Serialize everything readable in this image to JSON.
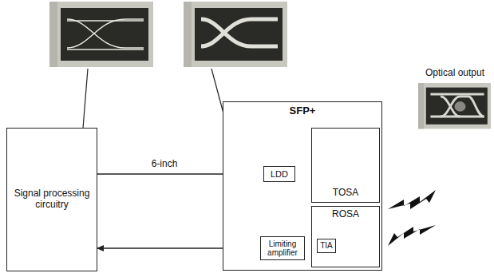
{
  "diagram": {
    "nodes": [
      {
        "text": [
          "Signal processing circuitry"
        ]
      },
      {
        "text": [
          "SFP+"
        ]
      },
      {
        "text": [
          "LDD"
        ],
        "in": 1
      },
      {
        "text": [
          "TOSA"
        ],
        "in": 1
      },
      {
        "text": [
          "ROSA"
        ],
        "in": 1
      },
      {
        "text": [
          "Limiting amplifier"
        ],
        "in": 1
      },
      {
        "text": [
          "TIA"
        ],
        "in": 4
      }
    ],
    "edges": [
      {
        "from": 0,
        "to": 2,
        "label": "6-inch",
        "arrow": "to"
      },
      {
        "from": 2,
        "to": 3,
        "arrow": "none"
      },
      {
        "from": 6,
        "to": 5,
        "arrow": "none"
      },
      {
        "from": 5,
        "to": 0,
        "arrow": "to"
      }
    ],
    "labels": [
      "Optical output"
    ]
  }
}
